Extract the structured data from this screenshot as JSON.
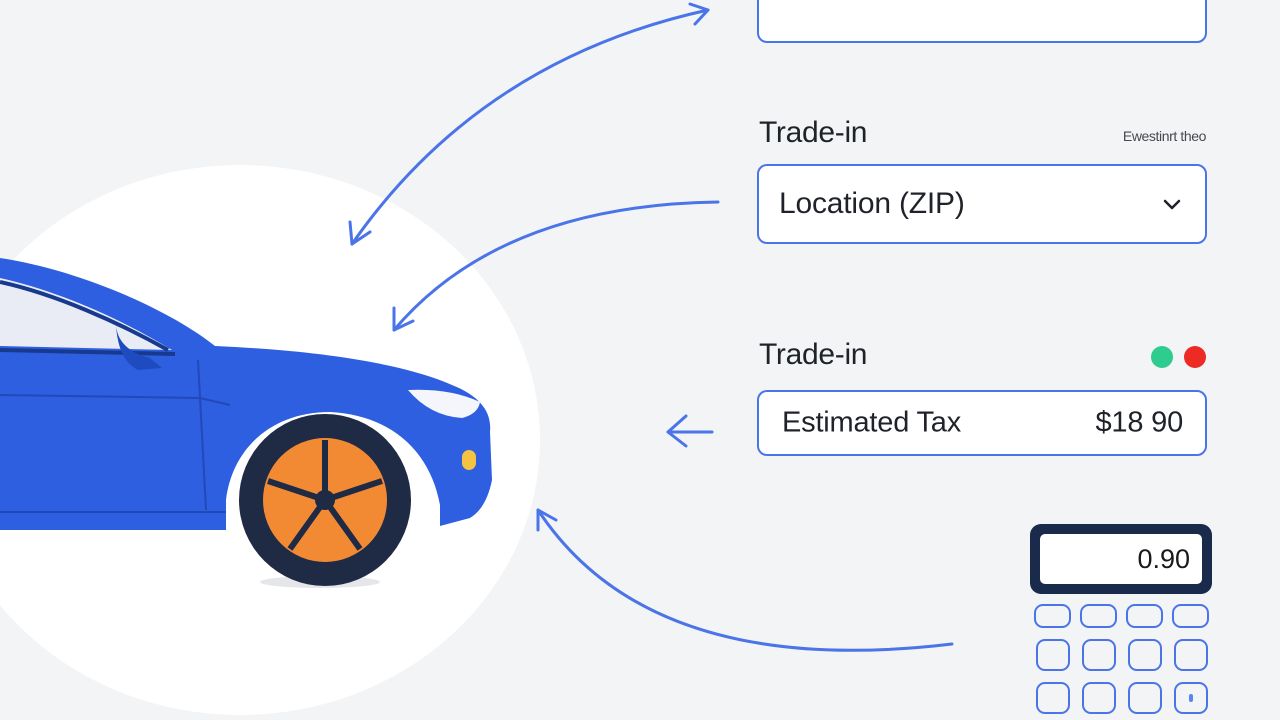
{
  "form": {
    "top_field": {
      "value": ""
    },
    "sections": [
      {
        "heading": "Trade-in",
        "hint": "Ewestinrt theo",
        "field": {
          "label": "Location (ZIP)",
          "icon": "chevron-down-icon"
        }
      },
      {
        "heading": "Trade-in",
        "status_dots": [
          {
            "name": "green-status-dot",
            "color": "#2ecc8f"
          },
          {
            "name": "red-status-dot",
            "color": "#ee2a24"
          }
        ],
        "field": {
          "label": "Estimated Tax",
          "value": "$18 90"
        }
      }
    ]
  },
  "calculator": {
    "display": "0.90"
  },
  "colors": {
    "accent": "#4a74e8",
    "car_body": "#2d5fe0",
    "wheel_rim": "#f28a34",
    "tire": "#1f2a44",
    "background": "#f3f4f6"
  },
  "icons": [
    "car-illustration",
    "calculator-icon",
    "chevron-down-icon",
    "arrow-icon"
  ]
}
